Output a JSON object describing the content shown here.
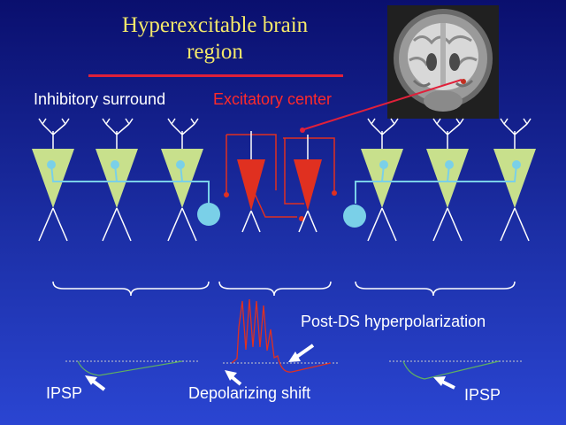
{
  "title": {
    "line1": "Hyperexcitable brain",
    "line2": "region"
  },
  "labels": {
    "inhibitory_surround": "Inhibitory surround",
    "excitatory_center": "Excitatory center",
    "post_ds": "Post-DS hyperpolarization",
    "ipsp_left": "IPSP",
    "depolarizing_shift": "Depolarizing shift",
    "ipsp_right": "IPSP"
  },
  "colors": {
    "background_top": "#0a0f6e",
    "background_bottom": "#2a45d2",
    "title": "#f4e86a",
    "accent_red": "#e0203a",
    "inhibitory_neuron": "#c8e08c",
    "axon_cyan": "#7ad0e8",
    "excitatory_neuron": "#e03020"
  }
}
